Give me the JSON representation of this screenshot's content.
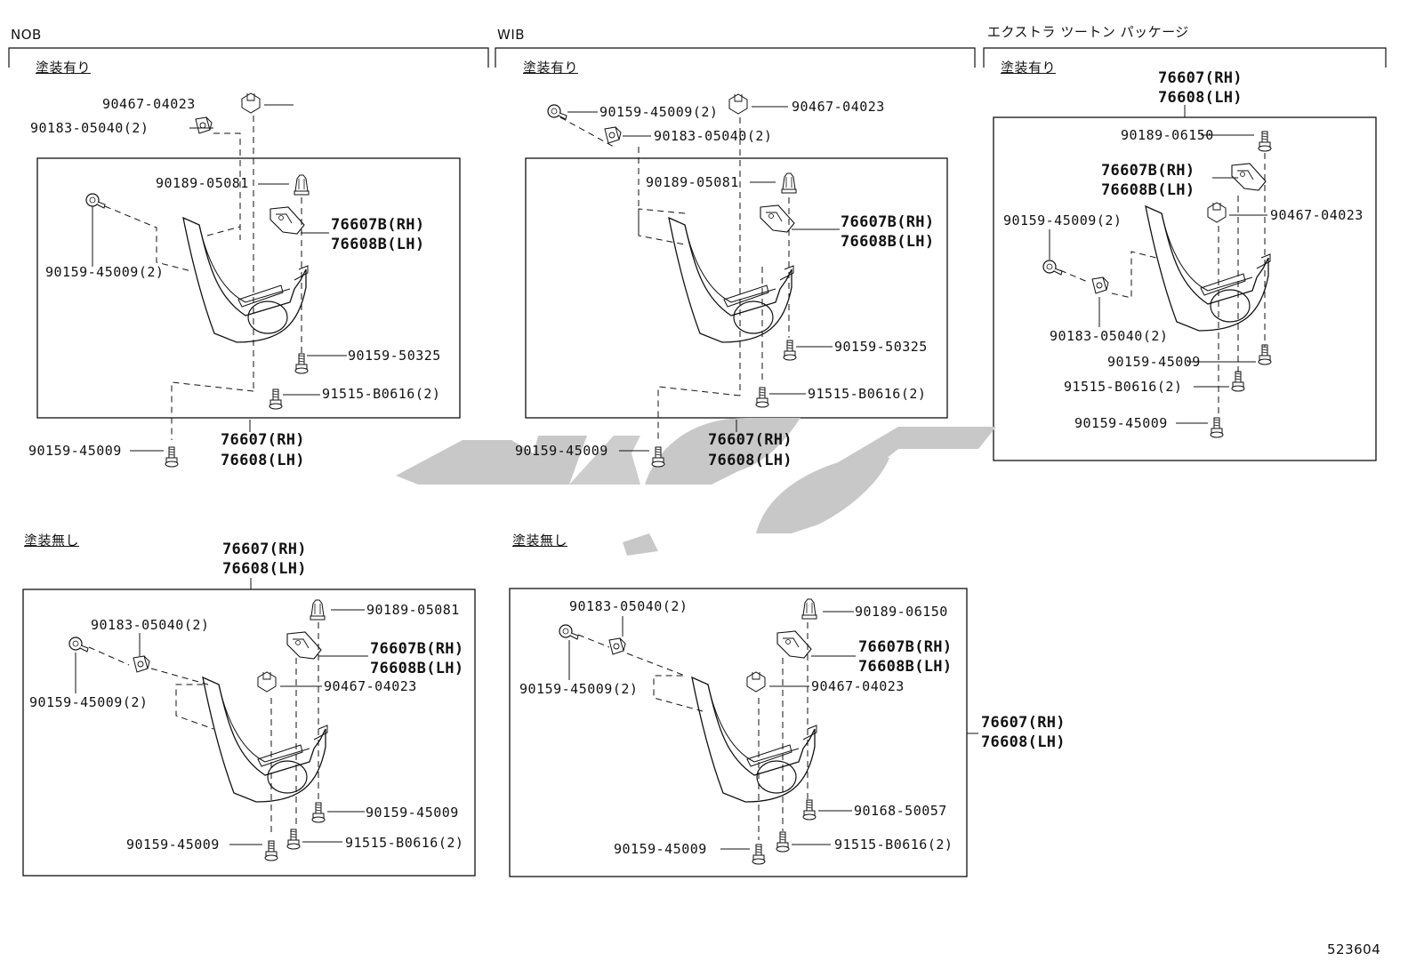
{
  "sections": {
    "nob": "NOB",
    "wib": "WIB",
    "extra": "エクストラ ツートン パッケージ"
  },
  "subtitles": {
    "painted": "塗装有り",
    "unpainted": "塗装無し"
  },
  "parts": {
    "p90467_04023": "90467-04023",
    "p90183_05040_2": "90183-05040(2)",
    "p90189_05081": "90189-05081",
    "p90189_06150": "90189-06150",
    "p90159_45009": "90159-45009",
    "p90159_45009_2": "90159-45009(2)",
    "p90159_50325": "90159-50325",
    "p91515_B0616_2": "91515-B0616(2)",
    "p90168_50057": "90168-50057",
    "rh": "76607(RH)",
    "lh": "76608(LH)",
    "brh": "76607B(RH)",
    "blh": "76608B(LH)"
  },
  "figure_number": "523604",
  "watermark": "logo",
  "colors": {
    "line": "#111111",
    "watermark": "#c8c8c8"
  }
}
